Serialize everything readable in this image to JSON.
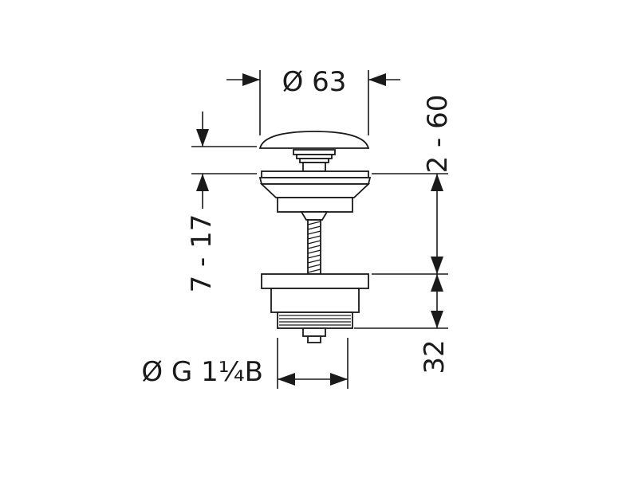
{
  "diagram": {
    "dimensions": {
      "cap_diameter": "Ø 63",
      "cap_height": "2 - 60",
      "body_height": "7 - 17",
      "thread_height": "32",
      "thread_size": "Ø G 1¼B"
    }
  }
}
